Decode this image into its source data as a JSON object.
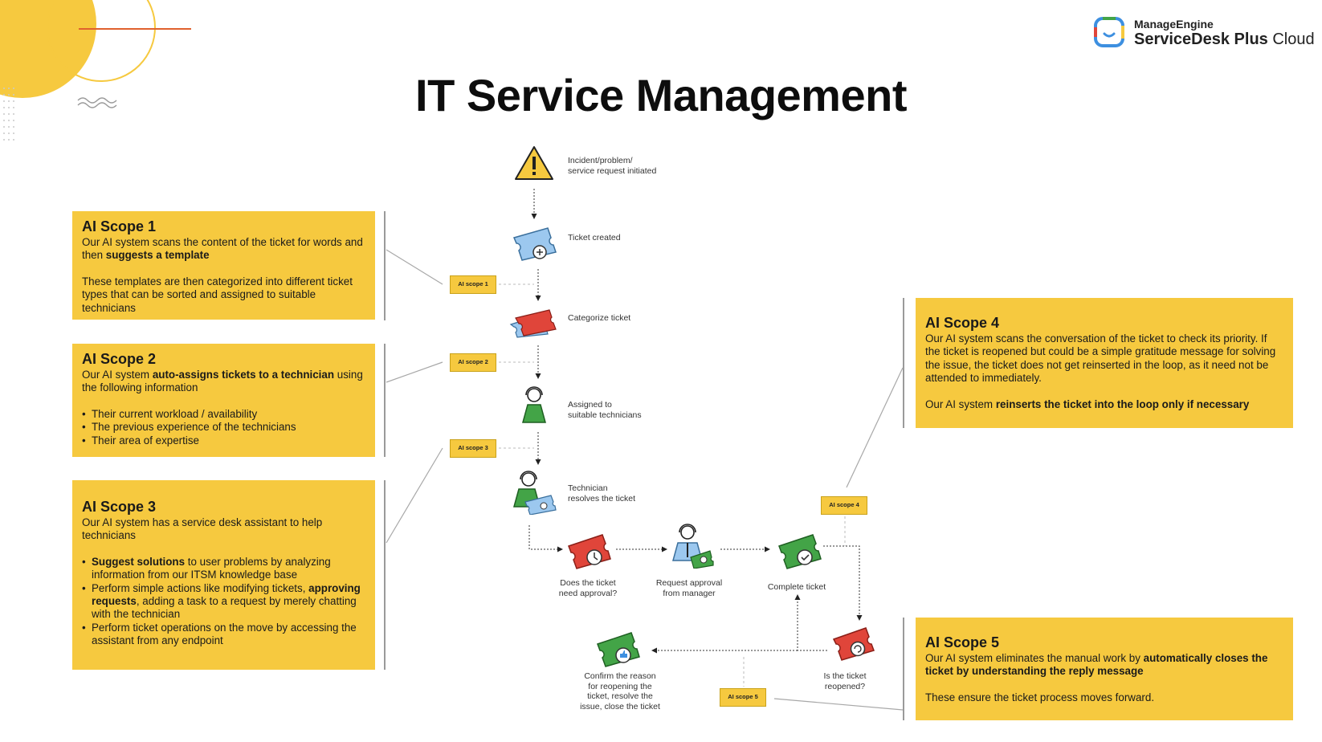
{
  "header": {
    "title": "IT Service Management",
    "logo_brand": "ManageEngine",
    "logo_product_bold": "ServiceDesk Plus",
    "logo_product_rest": " Cloud"
  },
  "scopes": [
    {
      "title": "AI Scope 1",
      "p1_a": "Our AI system scans the content of the ticket for words and then ",
      "p1_b": "suggests a template",
      "p2": "These templates are then categorized into different ticket types that can be sorted and assigned to suitable technicians",
      "tag": "AI scope 1"
    },
    {
      "title": "AI Scope 2",
      "p1_a": "Our AI system ",
      "p1_b": "auto-assigns tickets to a technician",
      "p1_c": " using the following information",
      "bullets": [
        "Their current workload / availability",
        "The previous experience of the technicians",
        "Their area of expertise"
      ],
      "tag": "AI scope 2"
    },
    {
      "title": "AI Scope 3",
      "p1": "Our AI system has a service desk assistant to help technicians",
      "b1_bold": "Suggest solutions",
      "b1_rest": " to user problems by analyzing information from our ITSM knowledge base",
      "b2_a": "Perform simple actions like modifying tickets, ",
      "b2_bold": "approving requests",
      "b2_c": ", adding a task to a request by merely chatting with the technician",
      "b3": "Perform ticket operations on the move by accessing the assistant from any endpoint",
      "tag": "AI scope 3"
    },
    {
      "title": "AI Scope 4",
      "p1": "Our AI system scans the conversation of the ticket to check its priority. If the ticket is reopened but could be a simple gratitude message for solving the issue, the ticket does not get reinserted in the loop, as it need not be attended to immediately.",
      "p2_a": "Our AI system ",
      "p2_b": "reinserts the ticket into the loop only if necessary",
      "tag": "AI scope 4"
    },
    {
      "title": "AI Scope 5",
      "p1_a": "Our AI system eliminates the manual work by ",
      "p1_b": "automatically closes the ticket by understanding the reply message",
      "p2": "These ensure the ticket process moves forward.",
      "tag": "AI scope 5"
    }
  ],
  "flow": {
    "initiated": "Incident/problem/\nservice request initiated",
    "created": "Ticket created",
    "categorize": "Categorize ticket",
    "assigned": "Assigned to\nsuitable technicians",
    "resolves": "Technician\nresolves the ticket",
    "approval": "Does the ticket\nneed approval?",
    "request_approval": "Request approval\nfrom manager",
    "complete": "Complete ticket",
    "reopened": "Is the ticket\nreopened?",
    "confirm": "Confirm the reason\nfor reopening the\nticket, resolve the\nissue, close the ticket"
  },
  "colors": {
    "accent_yellow": "#f6c93f",
    "ticket_blue": "#9cc8ef",
    "ticket_red": "#e0453a",
    "ticket_green": "#43a447"
  }
}
